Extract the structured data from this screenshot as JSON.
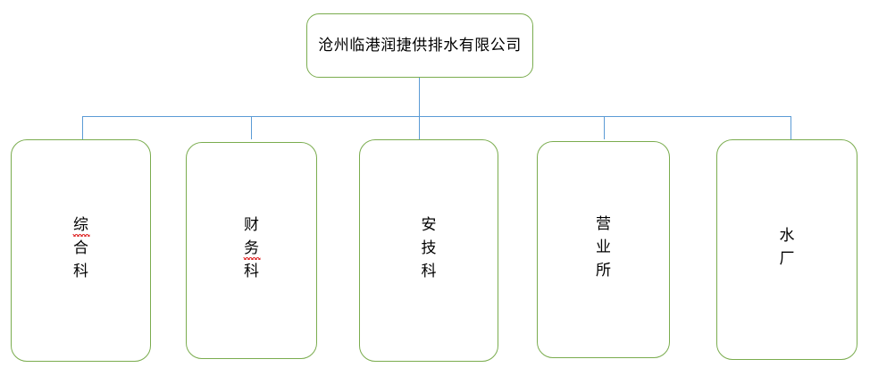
{
  "chart_data": {
    "type": "diagram",
    "diagram_kind": "organizational-chart",
    "orientation": "top-down",
    "title": "沧州临港润捷供排水有限公司",
    "colors": {
      "node_border": "#7aac4e",
      "node_fill": "#ffffff",
      "connector": "#5b9bd5",
      "text": "#000000",
      "spellcheck_underline": "#e03030",
      "background": "#ffffff"
    },
    "root": {
      "label": "沧州临港润捷供排水有限公司",
      "text_direction": "horizontal"
    },
    "children": [
      {
        "id": "dept-general-affairs",
        "label": "综合科",
        "chars": [
          "综",
          "合",
          "科"
        ],
        "misspelled_index": 0,
        "text_direction": "vertical"
      },
      {
        "id": "dept-finance",
        "label": "财务科",
        "chars": [
          "财",
          "务",
          "科"
        ],
        "misspelled_index": 1,
        "text_direction": "vertical"
      },
      {
        "id": "dept-safety-technology",
        "label": "安技科",
        "chars": [
          "安",
          "技",
          "科"
        ],
        "misspelled_index": -1,
        "text_direction": "vertical"
      },
      {
        "id": "dept-business-office",
        "label": "营业所",
        "chars": [
          "营",
          "业",
          "所"
        ],
        "misspelled_index": -1,
        "text_direction": "vertical"
      },
      {
        "id": "dept-water-plant",
        "label": "水厂",
        "chars": [
          "水",
          "厂"
        ],
        "misspelled_index": -1,
        "text_direction": "vertical"
      }
    ]
  }
}
